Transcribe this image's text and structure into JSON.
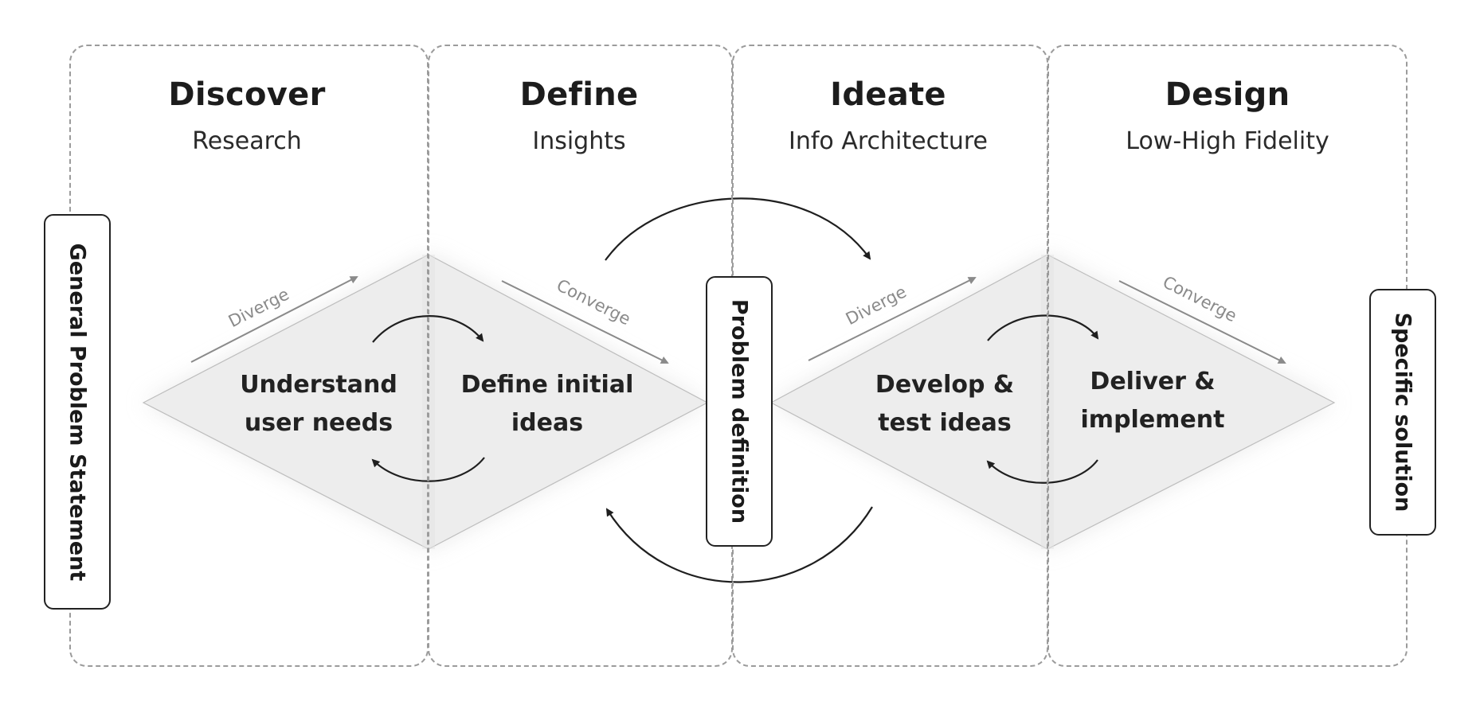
{
  "phases": [
    {
      "title": "Discover",
      "subtitle": "Research"
    },
    {
      "title": "Define",
      "subtitle": "Insights"
    },
    {
      "title": "Ideate",
      "subtitle": "Info Architecture"
    },
    {
      "title": "Design",
      "subtitle": "Low-High Fidelity"
    }
  ],
  "diamonds": [
    {
      "label_line1": "Understand",
      "label_line2": "user needs",
      "diverge": "Diverge"
    },
    {
      "label_line1": "Define initial",
      "label_line2": "ideas",
      "converge": "Converge"
    },
    {
      "label_line1": "Develop &",
      "label_line2": "test ideas",
      "diverge": "Diverge"
    },
    {
      "label_line1": "Deliver &",
      "label_line2": "implement",
      "converge": "Converge"
    }
  ],
  "side_labels": {
    "start": "General Problem Statement",
    "middle": "Problem definition",
    "end": "Specific solution"
  },
  "colors": {
    "diamond_fill": "#ededed",
    "diamond_overlap": "#e2e2e2",
    "dash": "#9b9b9b",
    "text": "#1f1f1f",
    "hint_text": "#8a8a8a"
  }
}
